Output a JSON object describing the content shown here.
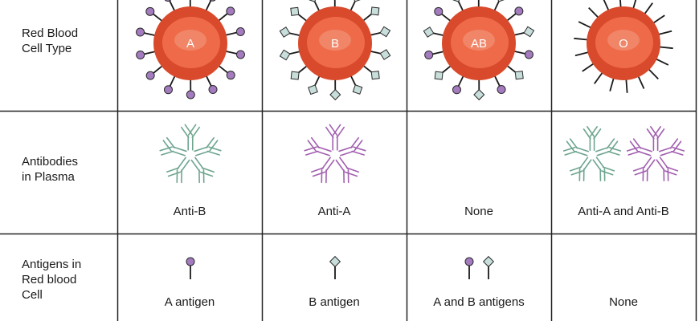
{
  "colors": {
    "cell_outer": "#d84a2b",
    "cell_inner": "#ee6a48",
    "cell_highlight": "#f5a78e",
    "antigen_a": "#a57bc0",
    "antigen_b": "#c7dedb",
    "anti_b_color": "#6ea58f",
    "anti_a_color": "#a25fb0",
    "grid": "#222222"
  },
  "rows": {
    "rbc_type": "Red Blood\nCell Type",
    "antibodies": "Antibodies\nin Plasma",
    "antigens": "Antigens in\nRed blood\nCell"
  },
  "columns": [
    {
      "cell_letter": "A",
      "cell_antigen": "a-antigen-icon",
      "antibody_label": "Anti-B",
      "antibody_icons": [
        "anti-b-antibody-icon"
      ],
      "antigen_label": "A antigen",
      "antigen_icons": [
        "a-antigen-icon"
      ]
    },
    {
      "cell_letter": "B",
      "cell_antigen": "b-antigen-icon",
      "antibody_label": "Anti-A",
      "antibody_icons": [
        "anti-a-antibody-icon"
      ],
      "antigen_label": "B antigen",
      "antigen_icons": [
        "b-antigen-icon"
      ]
    },
    {
      "cell_letter": "AB",
      "cell_antigen": "a-and-b-antigen-icon",
      "antibody_label": "None",
      "antibody_icons": [],
      "antigen_label": "A and B antigens",
      "antigen_icons": [
        "a-antigen-icon",
        "b-antigen-icon"
      ]
    },
    {
      "cell_letter": "O",
      "cell_antigen": "no-antigen-spike-icon",
      "antibody_label": "Anti-A and Anti-B",
      "antibody_icons": [
        "anti-b-antibody-icon",
        "anti-a-antibody-icon"
      ],
      "antigen_label": "None",
      "antigen_icons": []
    }
  ]
}
